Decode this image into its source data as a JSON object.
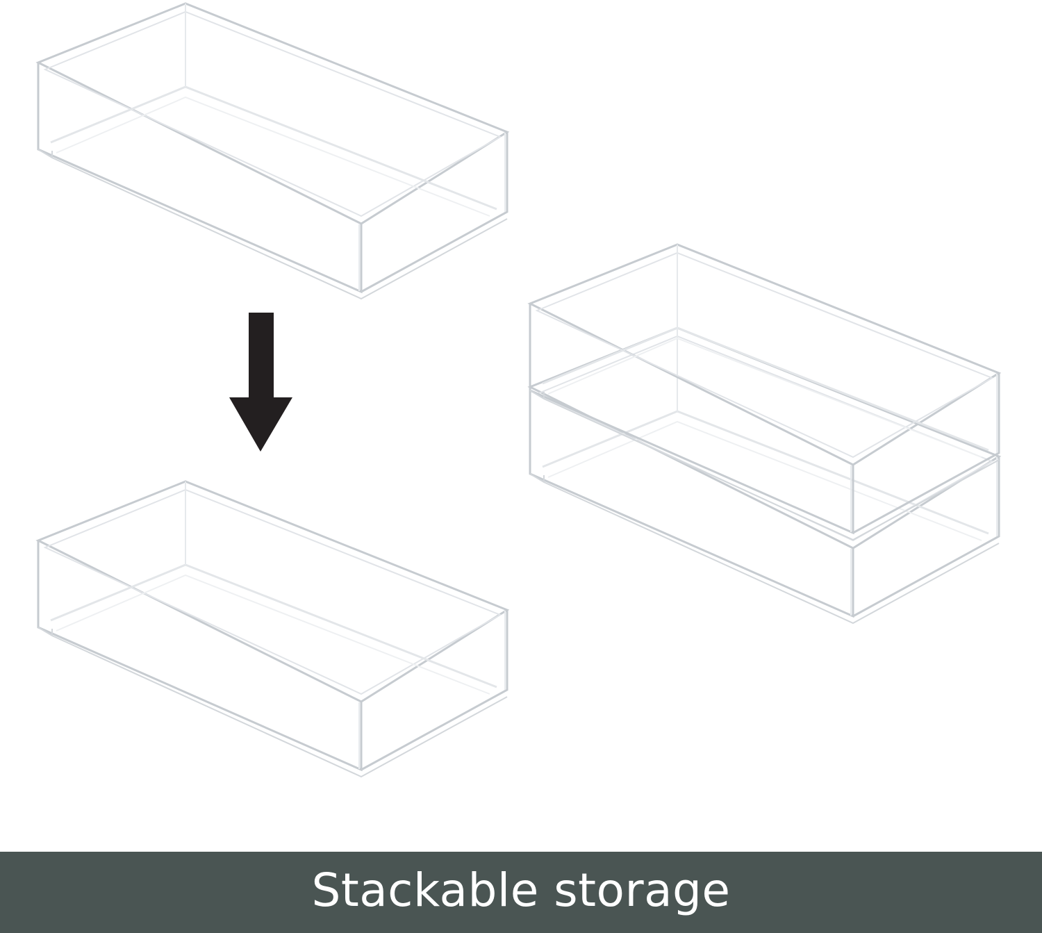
{
  "caption": {
    "text": "Stackable storage"
  },
  "colors": {
    "background": "#ffffff",
    "caption_bar": "#4a5553",
    "caption_text": "#ffffff",
    "arrow": "#231f20",
    "acrylic_edge": "#c9ced3",
    "acrylic_highlight": "#e6e9ec"
  },
  "icons": {
    "arrow": "arrow-down-icon"
  },
  "scene": {
    "description_items": [
      "single-tray-top",
      "single-tray-bottom",
      "stacked-trays"
    ]
  }
}
